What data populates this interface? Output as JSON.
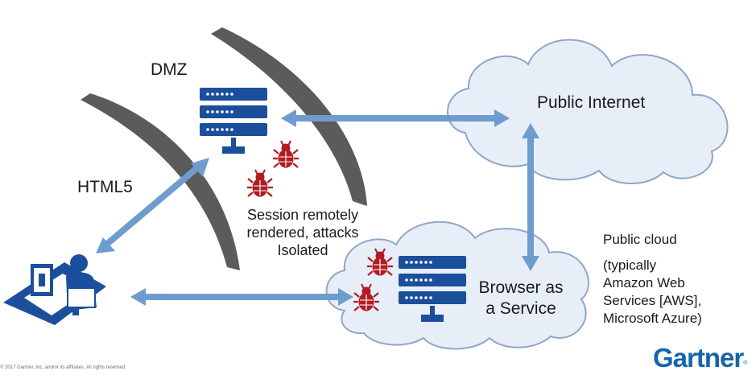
{
  "labels": {
    "dmz": "DMZ",
    "html5": "HTML5",
    "public_internet": "Public Internet",
    "session_note": [
      "Session remotely",
      "rendered, attacks",
      "Isolated"
    ],
    "browser_service": [
      "Browser as",
      "a Service"
    ],
    "public_cloud": "Public cloud",
    "cloud_note": [
      "(typically",
      "Amazon Web",
      "Services [AWS],",
      "Microsoft Azure)"
    ]
  },
  "footer": {
    "copyright": "© 2017 Gartner, Inc. and/or its affiliates. All rights reserved.",
    "logo": "Gartner",
    "logo_mark": "®"
  },
  "colors": {
    "server": "#1b4f9c",
    "bug": "#b01c22",
    "arrow": "#6f9ccf",
    "wall": "#5b5b5b",
    "cloud_fill": "#e8eef7",
    "cloud_stroke": "#8fa7c8",
    "user": "#1b4f9c",
    "logo": "#1565a8"
  },
  "icons": {
    "server": "server-icon",
    "bug": "bug-icon",
    "user": "user-at-workstation-icon",
    "cloud": "cloud-icon"
  }
}
